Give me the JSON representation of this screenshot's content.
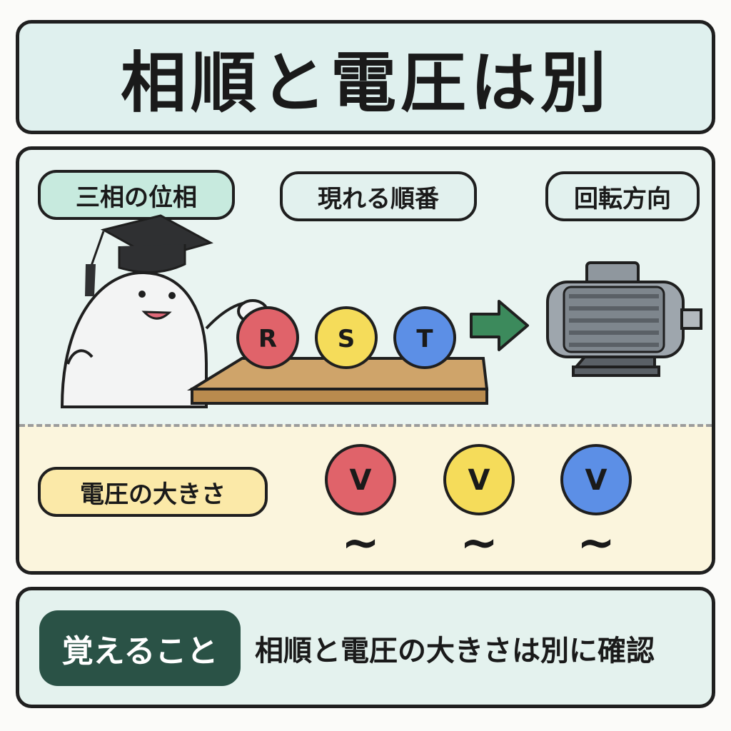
{
  "title": "相順と電圧は別",
  "labels": {
    "phase": "三相の位相",
    "order": "現れる順番",
    "rotation": "回転方向",
    "voltage": "電圧の大きさ"
  },
  "phase_balls": [
    {
      "letter": "R",
      "color": "#e0636a"
    },
    {
      "letter": "S",
      "color": "#f5dc5a"
    },
    {
      "letter": "T",
      "color": "#5c8fe6"
    }
  ],
  "voltage_balls": [
    {
      "letter": "V",
      "color": "#e0636a"
    },
    {
      "letter": "V",
      "color": "#f5dc5a"
    },
    {
      "letter": "V",
      "color": "#5c8fe6"
    }
  ],
  "wave_symbol": "~",
  "memo": {
    "badge": "覚えること",
    "text": "相順と電圧の大きさは別に確認"
  },
  "icons": {
    "character": "graduate-ghost-icon",
    "arrow": "right-arrow-icon",
    "motor": "electric-motor-icon"
  },
  "colors": {
    "title_bg": "#dff0ee",
    "main_bg": "#e9f4f1",
    "voltage_bg": "#fbf5dd",
    "badge_bg": "#2a5246",
    "arrow": "#3c8a5c",
    "table": "#cfa46a"
  }
}
